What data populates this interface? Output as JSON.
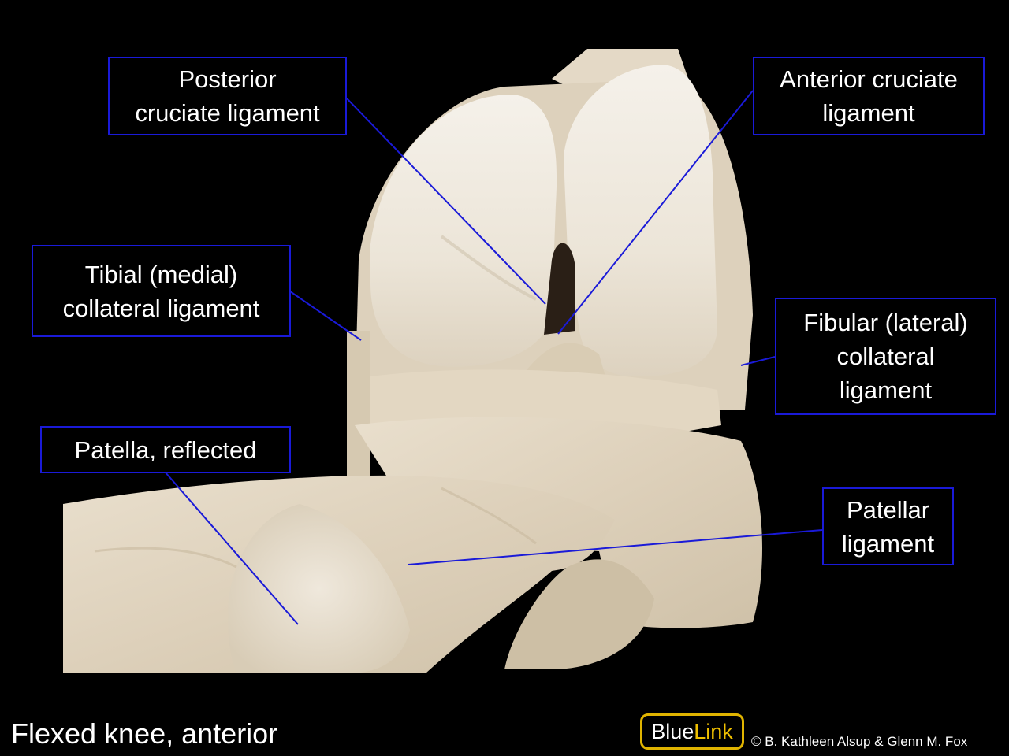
{
  "labels": {
    "posterior_cruciate": "Posterior\ncruciate ligament",
    "anterior_cruciate": "Anterior cruciate\nligament",
    "tibial_collateral": "Tibial (medial)\ncollateral ligament",
    "fibular_collateral": "Fibular (lateral)\ncollateral\nligament",
    "patella_reflected": "Patella, reflected",
    "patellar_ligament": "Patellar\nligament"
  },
  "caption": "Flexed knee, anterior",
  "logo": {
    "part1": "Blue",
    "part2": "Link"
  },
  "copyright": "© B. Kathleen Alsup & Glenn M. Fox",
  "colors": {
    "label_border": "#1a1ad8",
    "leader_line": "#1a1ad8",
    "specimen": "#e6dccb",
    "cartilage": "#f2ede4",
    "logo_gold": "#e0b400"
  }
}
